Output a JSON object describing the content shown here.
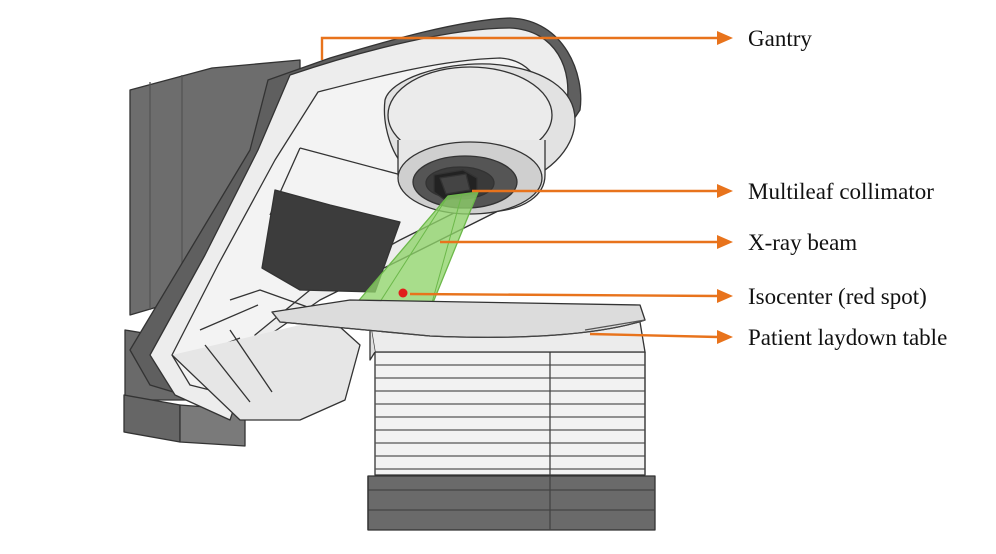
{
  "colors": {
    "arrow": "#e8731c",
    "beam": "#8fd36a",
    "isocenter": "#e0201b",
    "machine_light": "#ececec",
    "machine_dark": "#6b6b6b",
    "outline": "#333333"
  },
  "labels": {
    "gantry": "Gantry",
    "mlc": "Multileaf collimator",
    "beam": "X-ray beam",
    "isocenter": "Isocenter (red spot)",
    "table": "Patient laydown table"
  }
}
